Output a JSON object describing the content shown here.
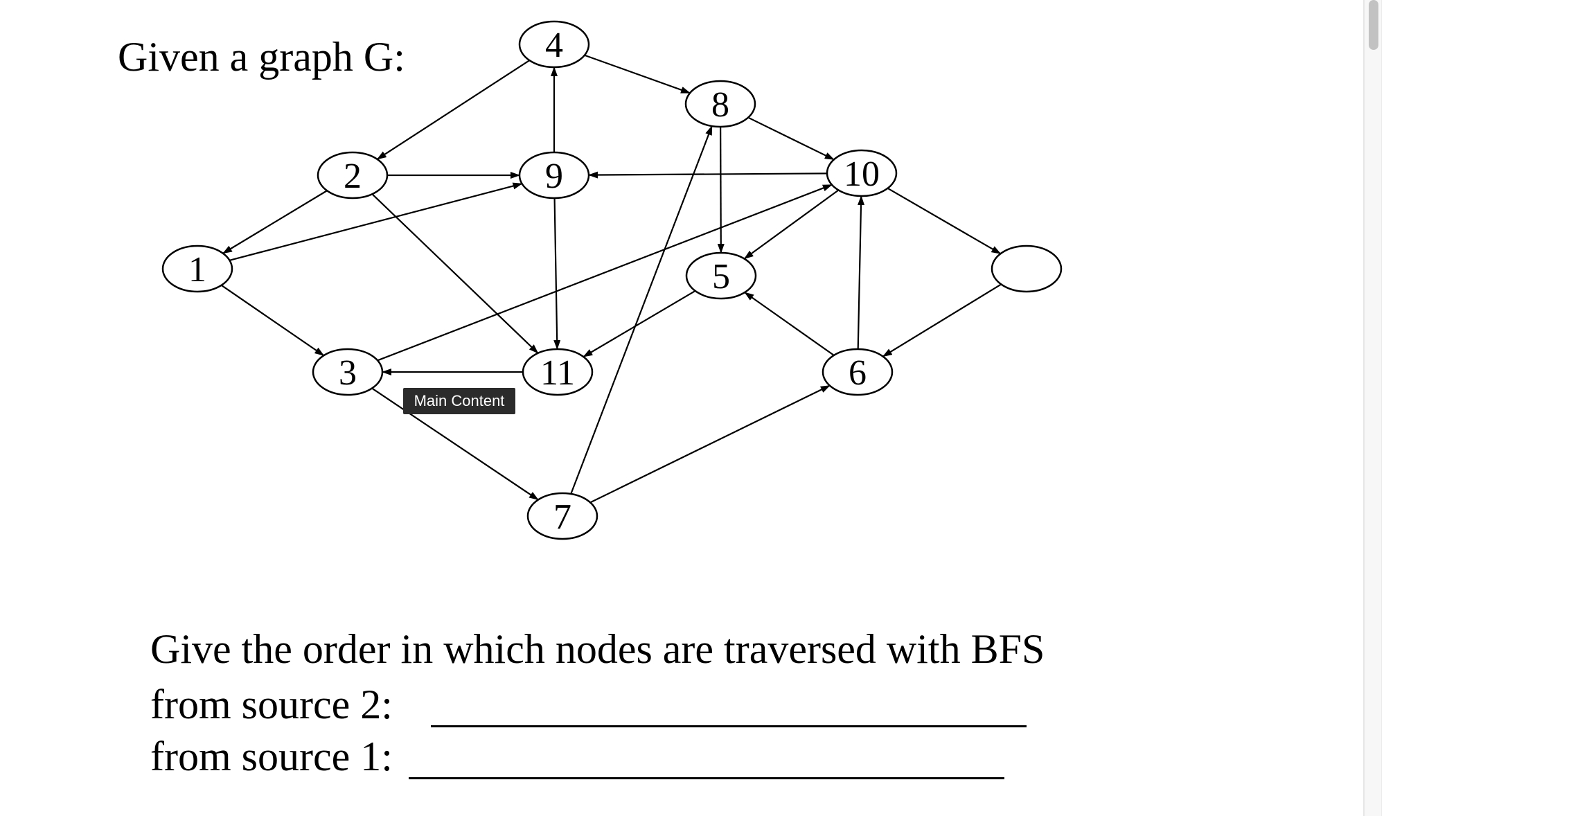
{
  "title": "Given a graph G:",
  "question": "Give the order in which nodes are traversed with BFS",
  "answers": [
    {
      "label": "from source 2:"
    },
    {
      "label": "from source 1:"
    }
  ],
  "tooltip": "Main Content",
  "graph": {
    "nodes": [
      {
        "id": "n1",
        "label": "1"
      },
      {
        "id": "n2",
        "label": "2"
      },
      {
        "id": "n3",
        "label": "3"
      },
      {
        "id": "n4",
        "label": "4"
      },
      {
        "id": "n5",
        "label": "5"
      },
      {
        "id": "n6",
        "label": "6"
      },
      {
        "id": "n7",
        "label": "7"
      },
      {
        "id": "n8",
        "label": "8"
      },
      {
        "id": "n9",
        "label": "9"
      },
      {
        "id": "n10",
        "label": "10"
      },
      {
        "id": "n11",
        "label": "11"
      },
      {
        "id": "n12",
        "label": ""
      }
    ],
    "edges": [
      {
        "from": "n4",
        "to": "n2"
      },
      {
        "from": "n9",
        "to": "n4"
      },
      {
        "from": "n4",
        "to": "n8"
      },
      {
        "from": "n2",
        "to": "n9"
      },
      {
        "from": "n2",
        "to": "n1"
      },
      {
        "from": "n2",
        "to": "n11"
      },
      {
        "from": "n1",
        "to": "n9"
      },
      {
        "from": "n1",
        "to": "n3"
      },
      {
        "from": "n10",
        "to": "n9"
      },
      {
        "from": "n8",
        "to": "n10"
      },
      {
        "from": "n8",
        "to": "n5"
      },
      {
        "from": "n7",
        "to": "n8"
      },
      {
        "from": "n9",
        "to": "n11"
      },
      {
        "from": "n3",
        "to": "n10"
      },
      {
        "from": "n10",
        "to": "n5"
      },
      {
        "from": "n10",
        "to": "n12"
      },
      {
        "from": "n6",
        "to": "n10"
      },
      {
        "from": "n12",
        "to": "n6"
      },
      {
        "from": "n6",
        "to": "n5"
      },
      {
        "from": "n5",
        "to": "n11"
      },
      {
        "from": "n11",
        "to": "n3"
      },
      {
        "from": "n3",
        "to": "n7"
      },
      {
        "from": "n7",
        "to": "n6"
      }
    ]
  }
}
